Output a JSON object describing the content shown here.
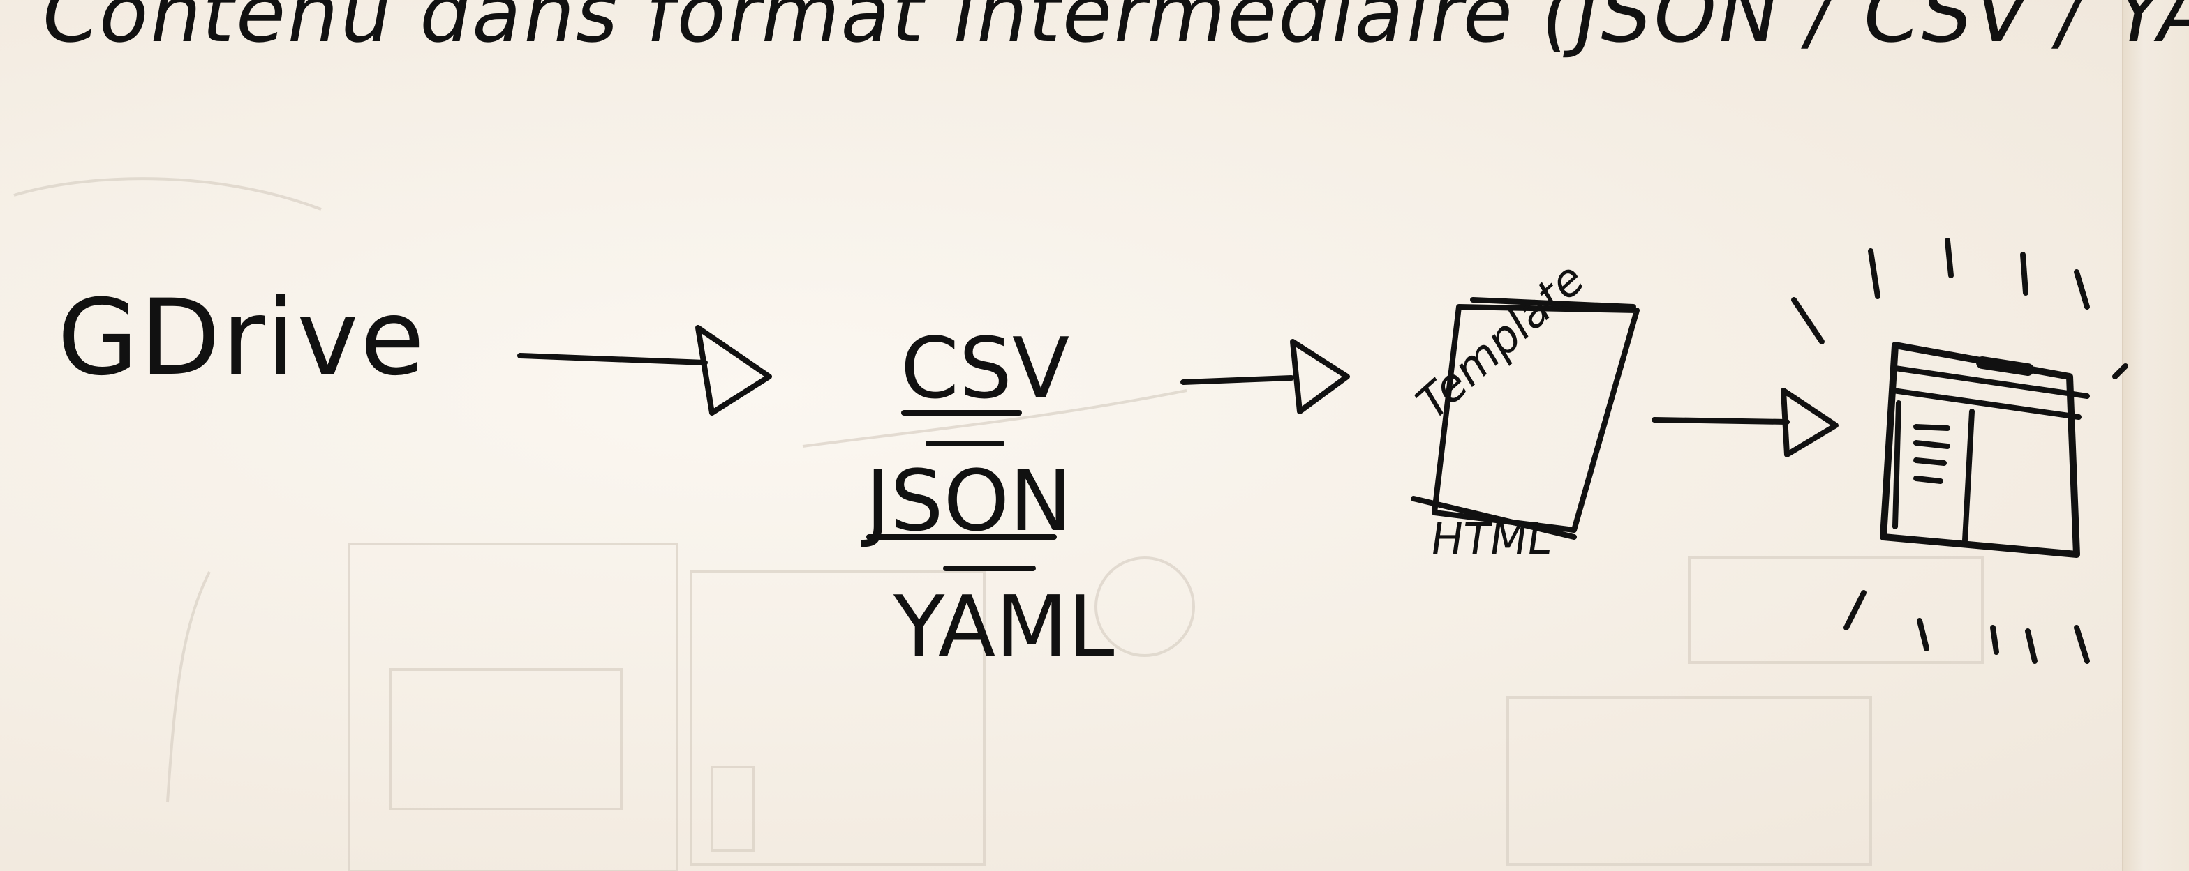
{
  "diagram": {
    "title": "Contenu dans format intermédiaire (JSON / CSV / YAML)",
    "source": "GDrive",
    "formats": [
      "CSV",
      "JSON",
      "YAML"
    ],
    "template": {
      "label": "Template",
      "caption": "HTML"
    },
    "result": "rendered-web-page",
    "ink_color": "#111111",
    "paper_color": "#f7f1e8"
  }
}
